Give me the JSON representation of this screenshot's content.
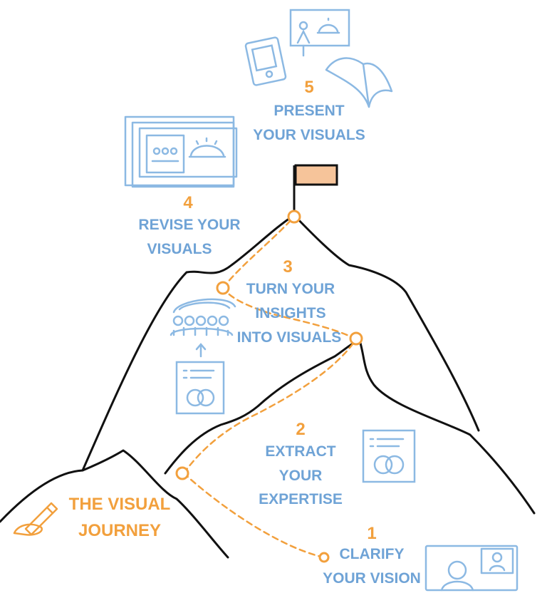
{
  "title": {
    "line1": "THE VISUAL",
    "line2": "JOURNEY"
  },
  "steps": [
    {
      "number": "1",
      "line1": "CLARIFY",
      "line2": "YOUR VISION"
    },
    {
      "number": "2",
      "line1": "EXTRACT",
      "line2": "YOUR",
      "line3": "EXPERTISE"
    },
    {
      "number": "3",
      "line1": "TURN YOUR",
      "line2": "INSIGHTS",
      "line3": "INTO VISUALS"
    },
    {
      "number": "4",
      "line1": "REVISE YOUR",
      "line2": "VISUALS"
    },
    {
      "number": "5",
      "line1": "PRESENT",
      "line2": "YOUR VISUALS"
    }
  ],
  "colors": {
    "orange": "#f2a03d",
    "blue": "#8cb9e3",
    "blue_text": "#6fa3d6",
    "ink": "#111111",
    "flag": "#f6c49a"
  },
  "icons": [
    "pencil-icon",
    "video-call-icon",
    "document-venn-icon",
    "workshop-group-icon",
    "up-arrow-icon",
    "slides-stack-icon",
    "tablet-icon",
    "presentation-screen-icon",
    "open-book-icon",
    "summit-flag-icon"
  ]
}
